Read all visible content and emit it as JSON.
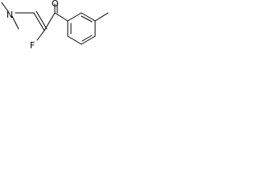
{
  "molecule": {
    "atoms": {
      "nitrogen": "N",
      "oxygen": "O",
      "fluorine": "F"
    }
  }
}
